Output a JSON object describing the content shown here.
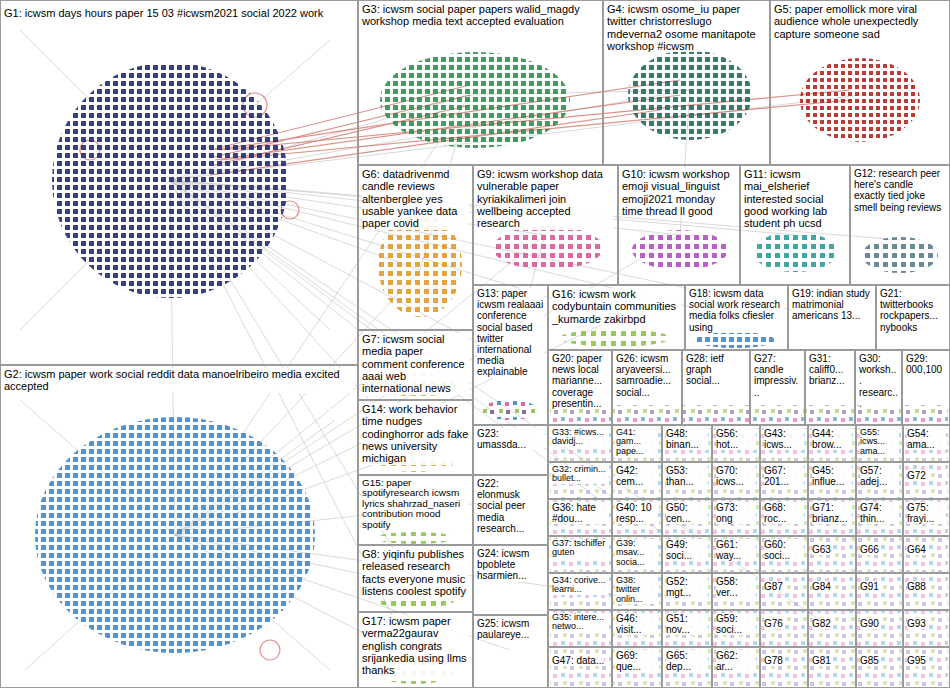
{
  "diagram": {
    "nodes": [
      {
        "text": [
          "G1: icwsm days hours paper 15 03 #icwsm2021 social 2022 work"
        ]
      },
      {
        "text": [
          "G3: icwsm social paper papers walid_magdy workshop media text accepted evaluation"
        ]
      },
      {
        "text": [
          "G4: icwsm osome_iu paper twitter christorreslugo mdeverna2 osome manitapote workshop #icwsm"
        ]
      },
      {
        "text": [
          "G5: paper emollick more viral audience whole unexpectedly capture someone sad"
        ]
      },
      {
        "text": [
          "G6: datadrivenmd candle reviews altenberglee yes usable yankee data paper covid"
        ]
      },
      {
        "text": [
          "G9: icwsm workshop data vulnerable paper kyriakikalimeri join wellbeing accepted research"
        ]
      },
      {
        "text": [
          "G10: icwsm workshop emoji visual_linguist emoji2021 monday time thread ll good"
        ]
      },
      {
        "text": [
          "G11: icwsm mai_elsherief interested social good working lab student ph ucsd"
        ]
      },
      {
        "text": [
          "G12: research peer here's candle exactly tied joke smell being reviews"
        ]
      },
      {
        "text": [
          "G13: paper icwsm realaaai conference social based twitter international media explainable"
        ]
      },
      {
        "text": [
          "G16: icwsm work codybuntain communities _kumarde zakirbpd"
        ]
      },
      {
        "text": [
          "G18: icwsm data social work research media folks cfiesler using"
        ]
      },
      {
        "text": [
          "G19: indian study matrimonial americans 13..."
        ]
      },
      {
        "text": [
          "G21: twitterbooks rockpapers... nybooks"
        ]
      },
      {
        "text": [
          "G20: paper news local marianne... coverage presentin..."
        ]
      },
      {
        "text": [
          "G26: icwsm aryaveersi... samroadie... social..."
        ]
      },
      {
        "text": [
          "G28: ietf graph social..."
        ]
      },
      {
        "text": [
          "G27: candle impressiv..."
        ]
      },
      {
        "text": [
          "G31: califf0... brianz..."
        ]
      },
      {
        "text": [
          "G30: worksh... researc..."
        ]
      },
      {
        "text": [
          "G29: 000,100"
        ]
      },
      {
        "text": [
          "G2: icwsm paper work social reddit data manoelribeiro media excited accepted"
        ]
      },
      {
        "text": [
          "G7: icwsm social media paper comment conference aaai web international news"
        ]
      },
      {
        "text": [
          "G14: work behavior time nudges codinghorror ads fake news university michigan"
        ]
      },
      {
        "text": [
          "G15: paper spotifyresearch icwsm lyrics shahrzad_naseri contribution mood spotify"
        ]
      },
      {
        "text": [
          "G8: yiqinfu publishes released research facts everyone music listens coolest spotify"
        ]
      },
      {
        "text": [
          "G17: icwsm paper verma22gaurav english congrats srijankedia using llms thanks"
        ]
      },
      {
        "text": [
          "G23: umassda..."
        ]
      },
      {
        "text": [
          "G22: elonmusk social peer media research..."
        ]
      },
      {
        "text": [
          "G24: icwsm bpoblete hsarmien..."
        ]
      },
      {
        "text": [
          "G25: icwsm paulareye..."
        ]
      },
      {
        "text": [
          "G33: #icws... davidj..."
        ]
      },
      {
        "text": [
          "G41: gam... pape..."
        ]
      },
      {
        "text": [
          "G48: binan..."
        ]
      },
      {
        "text": [
          "G56: hot..."
        ]
      },
      {
        "text": [
          "G43: icws..."
        ]
      },
      {
        "text": [
          "G44: brow..."
        ]
      },
      {
        "text": [
          "G55: icws... ama..."
        ]
      },
      {
        "text": [
          "G54: ama..."
        ]
      },
      {
        "text": [
          "G32: crimin... bullet..."
        ]
      },
      {
        "text": [
          "G42: cem..."
        ]
      },
      {
        "text": [
          "G53: than..."
        ]
      },
      {
        "text": [
          "G70: icws..."
        ]
      },
      {
        "text": [
          "G67: 201..."
        ]
      },
      {
        "text": [
          "G45: influe..."
        ]
      },
      {
        "text": [
          "G57: adej..."
        ]
      },
      {
        "text": [
          "G72"
        ]
      },
      {
        "text": [
          "G36: hate #dou..."
        ]
      },
      {
        "text": [
          "G40: 10 resp..."
        ]
      },
      {
        "text": [
          "G50: cen..."
        ]
      },
      {
        "text": [
          "G73: ong"
        ]
      },
      {
        "text": [
          "G68: roc..."
        ]
      },
      {
        "text": [
          "G71: brianz..."
        ]
      },
      {
        "text": [
          "G74: thin..."
        ]
      },
      {
        "text": [
          "G75: frayi..."
        ]
      },
      {
        "text": [
          "G37: tschiffer guten"
        ]
      },
      {
        "text": [
          "G39: msav... socia..."
        ]
      },
      {
        "text": [
          "G49: soci..."
        ]
      },
      {
        "text": [
          "G61: way..."
        ]
      },
      {
        "text": [
          "G60: soci..."
        ]
      },
      {
        "text": [
          "G63"
        ]
      },
      {
        "text": [
          "G66"
        ]
      },
      {
        "text": [
          "G64"
        ]
      },
      {
        "text": [
          "G34: corive... learni..."
        ]
      },
      {
        "text": [
          "G38: twitter onlin..."
        ]
      },
      {
        "text": [
          "G52: mgt..."
        ]
      },
      {
        "text": [
          "G58: ver..."
        ]
      },
      {
        "text": [
          "G87"
        ]
      },
      {
        "text": [
          "G84"
        ]
      },
      {
        "text": [
          "G91"
        ]
      },
      {
        "text": [
          "G88"
        ]
      },
      {
        "text": [
          "G35: intere... netwo..."
        ]
      },
      {
        "text": [
          "G46: visit..."
        ]
      },
      {
        "text": [
          "G51: nov..."
        ]
      },
      {
        "text": [
          "G59: soci..."
        ]
      },
      {
        "text": [
          "G76"
        ]
      },
      {
        "text": [
          "G82"
        ]
      },
      {
        "text": [
          "G90"
        ]
      },
      {
        "text": [
          "G93"
        ]
      },
      {
        "text": [
          "G47: data..."
        ]
      },
      {
        "text": [
          "G69: que..."
        ]
      },
      {
        "text": [
          "G65: dep..."
        ]
      },
      {
        "text": [
          "G62: ar..."
        ]
      },
      {
        "text": [
          "G78"
        ]
      },
      {
        "text": [
          "G81"
        ]
      },
      {
        "text": [
          "G85"
        ]
      },
      {
        "text": [
          "G95"
        ]
      }
    ]
  }
}
